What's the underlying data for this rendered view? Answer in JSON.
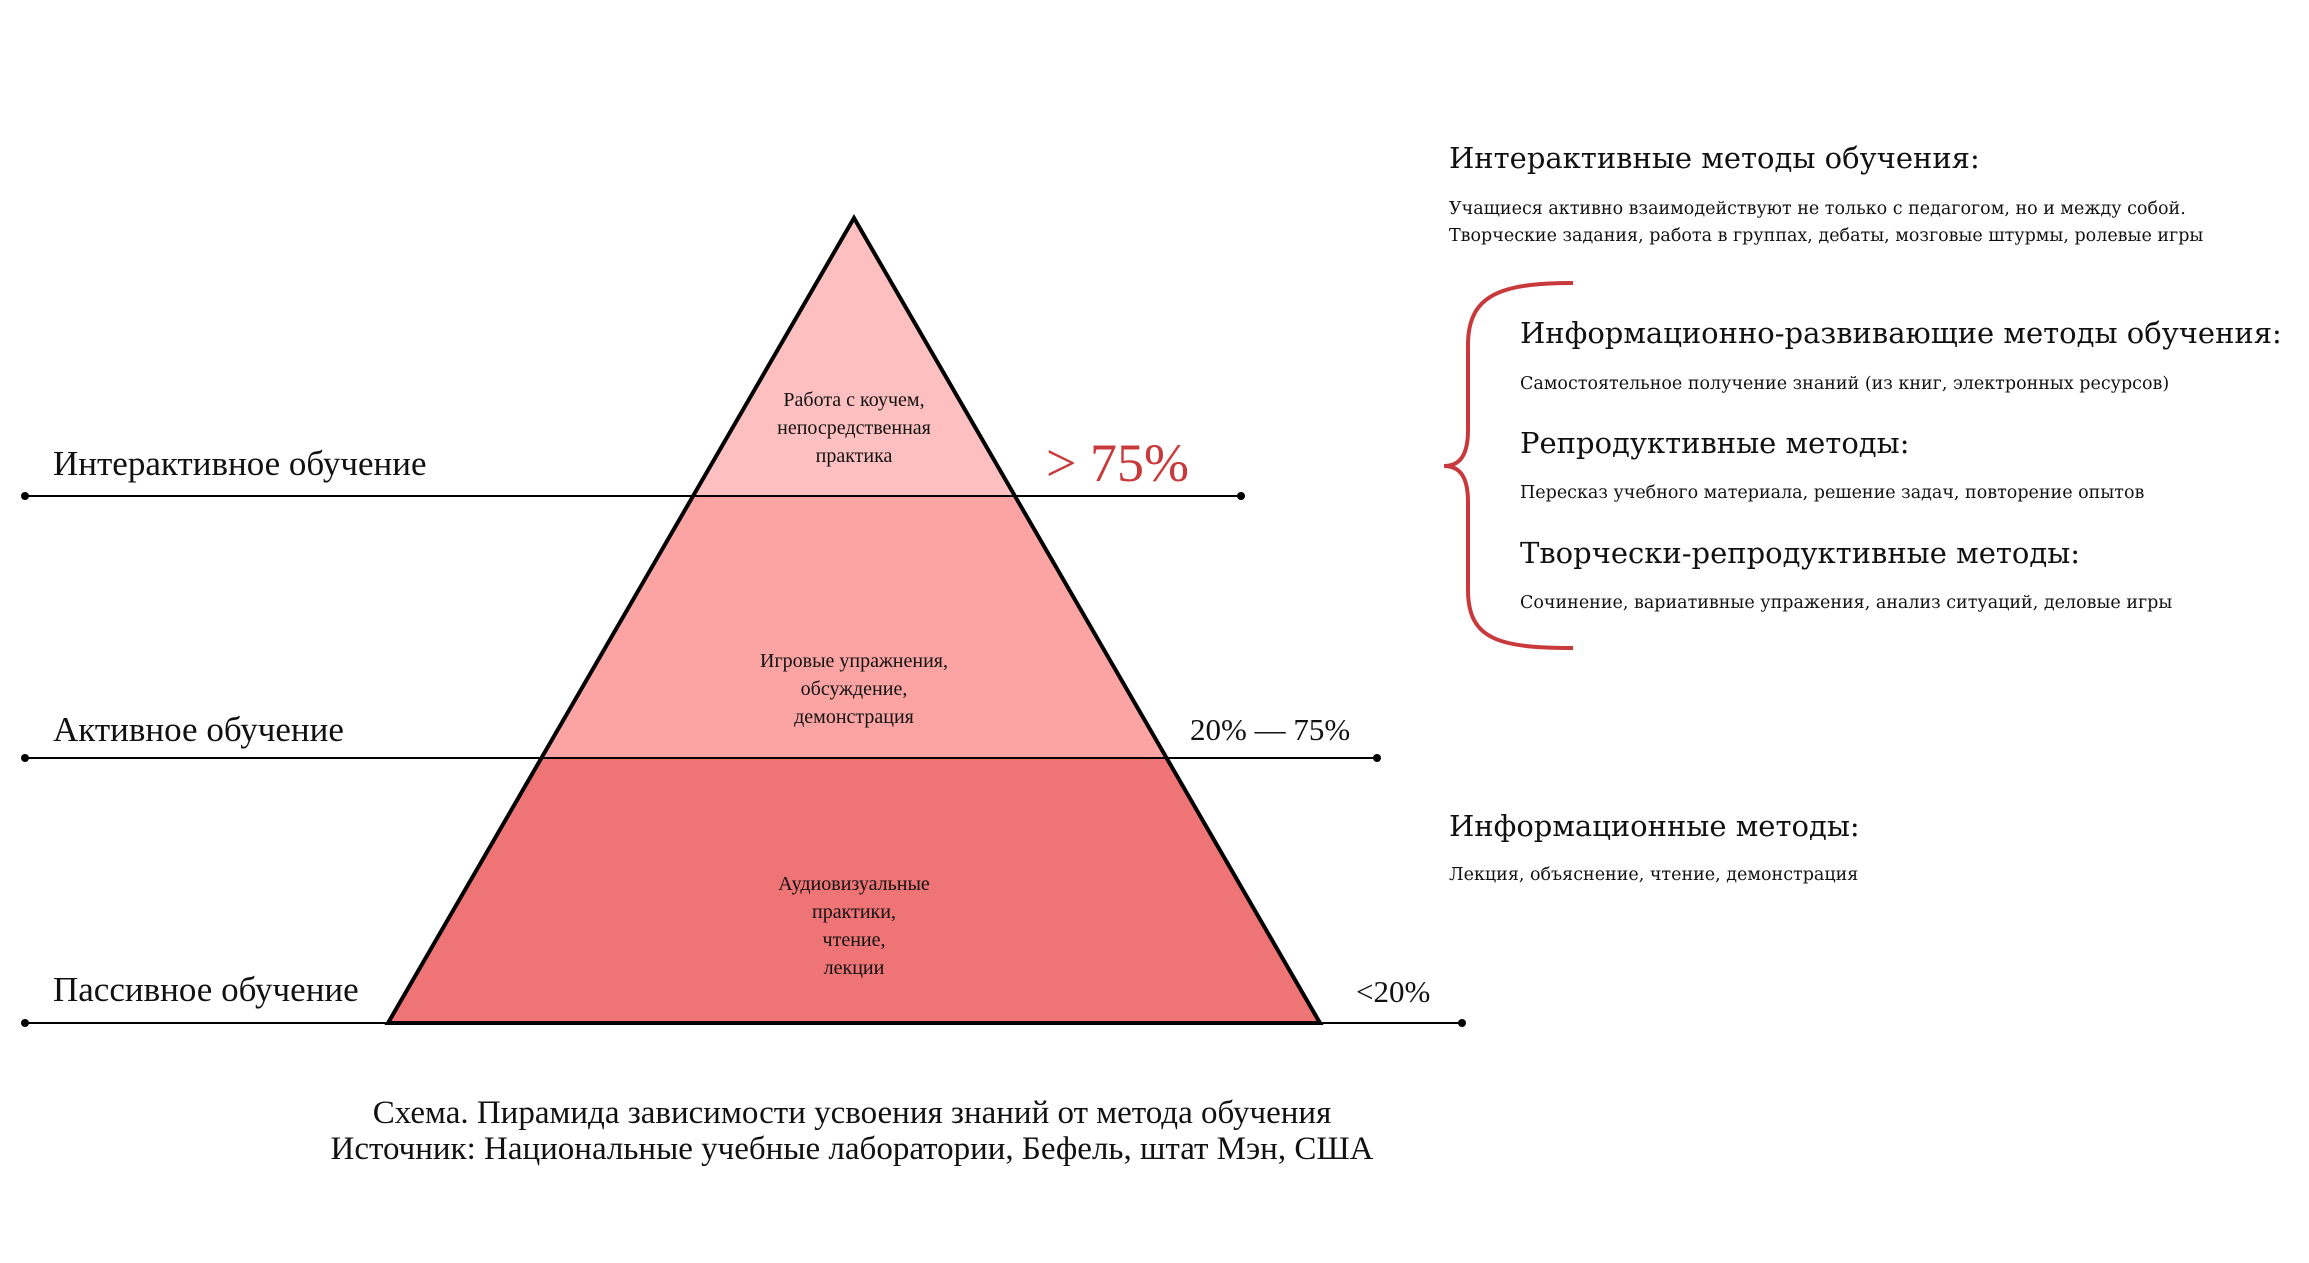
{
  "colors": {
    "tier_top": "#fdbfbf",
    "tier_middle": "#fca3a3",
    "tier_bottom": "#ee7475",
    "accent_red": "#c8393b"
  },
  "levels": [
    {
      "label": "Интерактивное обучение",
      "percent": "> 75%"
    },
    {
      "label": "Активное обучение",
      "percent": "20% — 75%"
    },
    {
      "label": "Пассивное обучение",
      "percent": "<20%"
    }
  ],
  "pyramid": {
    "top": [
      "Работа с коучем,",
      "непосредственная",
      "практика"
    ],
    "middle": [
      "Игровые упражнения,",
      "обсуждение,",
      "демонстрация"
    ],
    "bottom": [
      "Аудиовизуальные",
      "практики,",
      "чтение,",
      "лекции"
    ]
  },
  "methods": {
    "interactive": {
      "title": "Интерактивные методы обучения:",
      "lines": [
        "Учащиеся активно взаимодействуют не только с педагогом, но и между собой.",
        "Творческие задания, работа в группах, дебаты, мозговые штурмы, ролевые игры"
      ]
    },
    "grouped": [
      {
        "title": "Информационно-развивающие методы обучения:",
        "desc": "Самостоятельное получение знаний (из книг, электронных ресурсов)"
      },
      {
        "title": "Репродуктивные методы:",
        "desc": "Пересказ учебного материала, решение задач, повторение опытов"
      },
      {
        "title": "Творчески-репродуктивные методы:",
        "desc": "Сочинение, вариативные упражения, анализ ситуаций, деловые игры"
      }
    ],
    "informational": {
      "title": "Информационные методы:",
      "desc": "Лекция, объяснение, чтение, демонстрация"
    }
  },
  "caption": {
    "line1": "Схема. Пирамида зависимости усвоения знаний от метода обучения",
    "line2": "Источник: Национальные учебные лаборатории, Бефель, штат Мэн, США"
  }
}
